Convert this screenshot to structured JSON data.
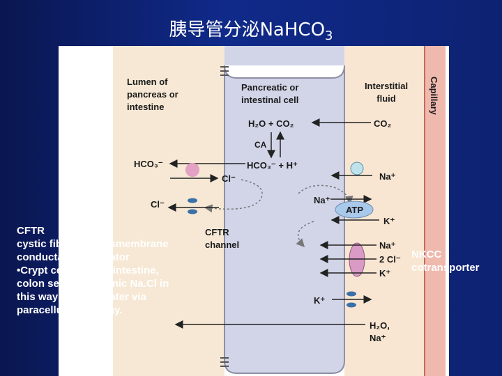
{
  "title": {
    "main": "胰导管分泌NaHCO",
    "sub": "3"
  },
  "diagram": {
    "lumen_label": [
      "Lumen of",
      "pancreas or",
      "intestine"
    ],
    "cell_label": [
      "Pancreatic or",
      "intestinal cell"
    ],
    "interstitial_label": [
      "Interstitial",
      "fluid"
    ],
    "capillary_label": "Capillary",
    "cell_h2o_co2": "H₂O + CO₂",
    "interstitial_co2": "CO₂",
    "ca_label": "CA",
    "hco3_h": "HCO₃⁻ + H⁺",
    "lumen_hco3": "HCO₃⁻",
    "cell_cl": "Cl⁻",
    "lumen_cl": "Cl⁻",
    "na_plus_interstitial": "Na⁺",
    "na_plus_cell": "Na⁺",
    "atp": "ATP",
    "k_plus_pump": "K⁺",
    "cftr_channel": [
      "CFTR",
      "channel"
    ],
    "nkcc_ions": [
      "Na⁺",
      "2 Cl⁻",
      "K⁺"
    ],
    "k_plus_channel": "K⁺",
    "paracellular": [
      "H₂O,",
      "Na⁺"
    ]
  },
  "notes": {
    "cftr": [
      "CFTR",
      "cystic fibrosis transmembrane",
      "conductance regulator",
      "•Crypt cell in small intestine,",
      "colon secrete isotonic Na.Cl in",
      "this way and Na ,water via",
      "paracellular pathway."
    ],
    "nkcc": [
      "NKCC",
      "cotransporter"
    ]
  },
  "colors": {
    "lumen_bg": "#f6e8d4",
    "cell_bg": "#d2d5e8",
    "interstitial_bg": "#f8e6d2",
    "capillary_bg": "#f0b9ae",
    "hco3_exchanger": "#e3a1c3",
    "cftr_channel": "#3a6fa8",
    "na_channel": "#bfe3ec"
  }
}
